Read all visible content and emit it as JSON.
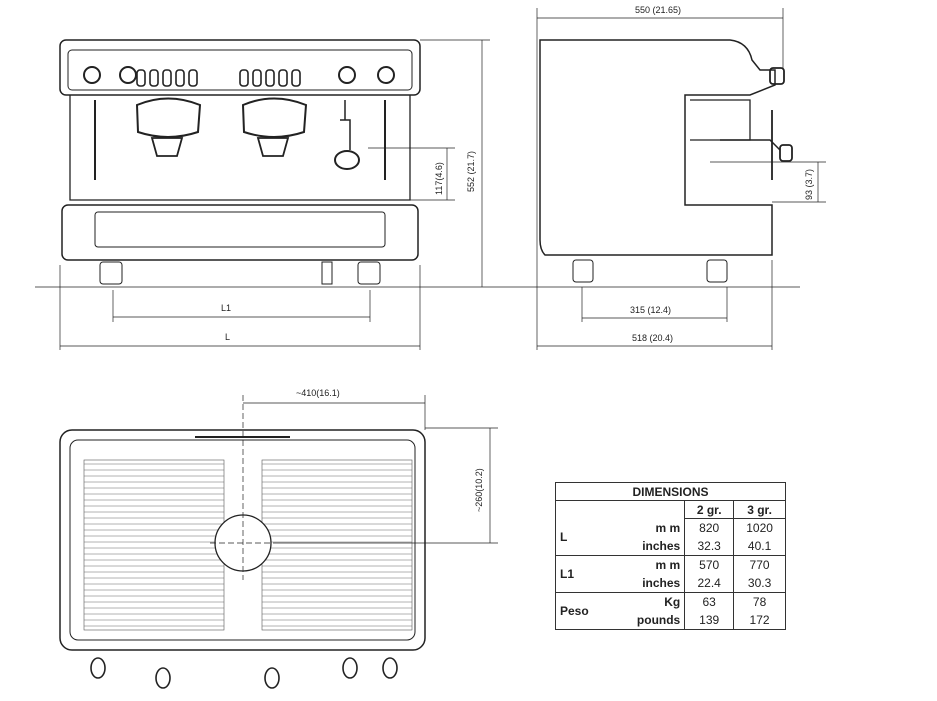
{
  "dimensions_labels": {
    "L": "L",
    "L1": "L1",
    "side_width": "550 (21.65)",
    "height": "552 (21.7)",
    "group_height": "117(4.6)",
    "feet_span": "315 (12.4)",
    "depth": "518 (20.4)",
    "spout_height": "93 (3.7)",
    "top_offset": "~410(16.1)",
    "top_depth": "~260(10.2)"
  },
  "table": {
    "title": "DIMENSIONS",
    "columns": [
      "2 gr.",
      "3 gr."
    ],
    "rows": [
      {
        "label": "L",
        "units": [
          "m m",
          "inches"
        ],
        "v2": [
          "820",
          "32.3"
        ],
        "v3": [
          "1020",
          "40.1"
        ]
      },
      {
        "label": "L1",
        "units": [
          "m m",
          "inches"
        ],
        "v2": [
          "570",
          "22.4"
        ],
        "v3": [
          "770",
          "30.3"
        ]
      },
      {
        "label": "Peso",
        "units": [
          "Kg",
          "pounds"
        ],
        "v2": [
          "63",
          "139"
        ],
        "v3": [
          "78",
          "172"
        ]
      }
    ]
  }
}
